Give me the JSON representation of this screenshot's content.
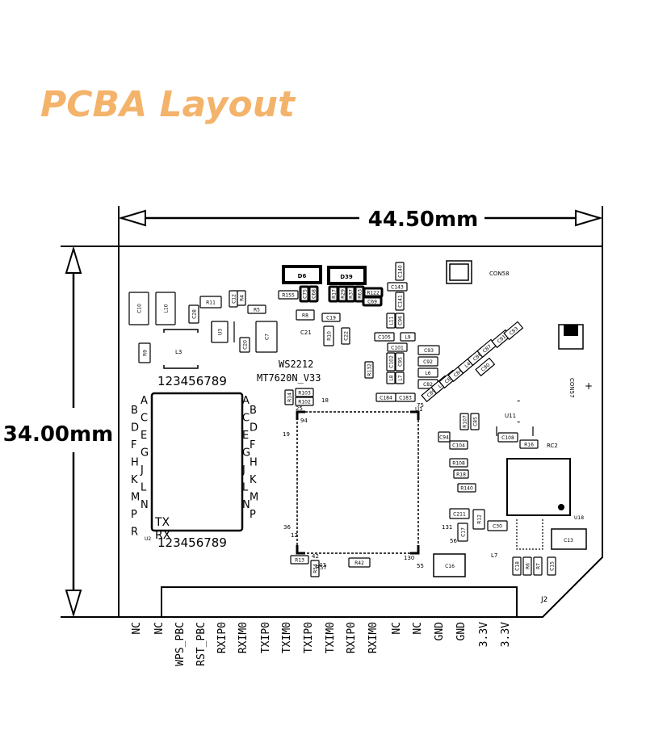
{
  "title": "PCBA Layout",
  "dimensions": {
    "width": "44.50mm",
    "height": "34.00mm"
  },
  "board": {
    "chip_line1": "WS2212",
    "chip_line2": "MT7620N_V33",
    "connector": "J2"
  },
  "pins": [
    "NC",
    "NC",
    "WPS_PBC",
    "RST_PBC",
    "RXIP0",
    "RXIM0",
    "TXIP0",
    "TXIM0",
    "TXIP0",
    "TXIM0",
    "RXIP0",
    "RXIM0",
    "NC",
    "NC",
    "GND",
    "GND",
    "3.3V",
    "3.3V"
  ],
  "module": {
    "top_numbers": "123456789",
    "bottom_numbers": "123456789",
    "left_letters_a": [
      "A",
      "C",
      "E",
      "G",
      "J",
      "L",
      "N"
    ],
    "left_letters_b": [
      "B",
      "D",
      "F",
      "H",
      "K",
      "M",
      "P",
      "R"
    ],
    "right_letters_a": [
      "A",
      "C",
      "E",
      "G",
      "J",
      "L",
      "N"
    ],
    "right_letters_b": [
      "B",
      "D",
      "F",
      "H",
      "K",
      "M",
      "P"
    ],
    "tx": "TX",
    "rx": "RX",
    "u2": "U2"
  },
  "components": {
    "D6": "D6",
    "D39": "D39",
    "CON58": "CON58",
    "CON57": "CON57",
    "R155": "R155",
    "C75": "C75",
    "C68": "C68",
    "R17": "R17",
    "R29": "R29",
    "R37": "R37",
    "R63": "R63",
    "R122": "R122",
    "C69": "C69",
    "C140": "C140",
    "C143": "C143",
    "C141": "C141",
    "C96": "C96",
    "L11": "L11",
    "C105": "C105",
    "L9": "L9",
    "C101": "C101",
    "C102": "C102",
    "C95": "C95",
    "L8": "L8",
    "L7a": "L7",
    "C184": "C184",
    "C183": "C183",
    "C93": "C93",
    "C92": "C92",
    "L6": "L6",
    "C82": "C82",
    "C10": "C10",
    "L10": "L10",
    "C28": "C28",
    "R11": "R11",
    "C12": "C12",
    "R4": "R4",
    "R5": "R5",
    "U3": "U3",
    "R9": "R9",
    "L3": "L3",
    "C7": "C7",
    "C9": "C9",
    "R8": "R8",
    "C21": "C21",
    "C19": "C19",
    "R10": "R10",
    "C22": "C22",
    "C20": "C20",
    "R132": "R132",
    "R14": "R14",
    "R103": "R103",
    "R102": "R102",
    "R136": "R136",
    "C104": "C104",
    "R108": "R108",
    "R18": "R18",
    "R140": "R140",
    "C211": "C211",
    "R12": "R12",
    "C30": "C30",
    "C17": "C17",
    "C16": "C16",
    "R13": "R13",
    "R42": "R42",
    "C108": "C108",
    "R16": "R16",
    "RC2": "RC2",
    "U11": "U11",
    "U18": "U18",
    "C13": "C13",
    "U1": "U1",
    "L7b": "L7",
    "C18": "C18",
    "R6": "R6",
    "R7": "R7",
    "C15": "C15",
    "R107": "R107",
    "C85": "C85",
    "C84": "C84",
    "C86": "C86",
    "C90": "C90",
    "C87": "C87",
    "C88": "C88",
    "C89": "C89",
    "L4": "L4",
    "L5": "L5",
    "C91": "C91",
    "C83": "C83",
    "C94": "C94",
    "R54": "R54",
    "R57": "R57",
    "pin1": "1",
    "pin25": "25",
    "pin19": "19",
    "pin75": "75",
    "pin101": "101",
    "pin36": "36",
    "pin42": "42",
    "pin131": "131",
    "pin56": "56",
    "pin130": "130",
    "pin55": "55",
    "pin18": "18",
    "pin94": "94",
    "pin12": "12",
    "pin43": "43"
  },
  "colors": {
    "title": "#f4b36a",
    "line": "#000000",
    "board_bg": "#ffffff"
  }
}
